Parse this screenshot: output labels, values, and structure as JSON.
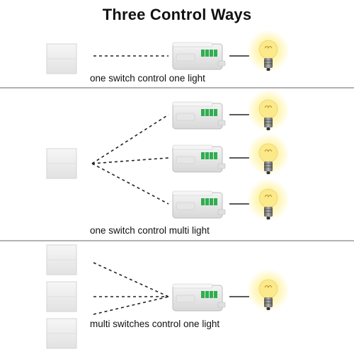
{
  "title": "Three Control Ways",
  "colors": {
    "background": "#ffffff",
    "divider": "#666666",
    "bulb_glow": "#fff3a0",
    "bulb_glass": "#fce98a",
    "bulb_base": "#777777",
    "module_body": "#e9e9e9",
    "module_terminal": "#2fae4f",
    "switch_panel": "#eeeeee",
    "wire": "#222222"
  },
  "sections": [
    {
      "caption": "one switch control one light",
      "switches": 1,
      "modules": 1,
      "lights": 1
    },
    {
      "caption": "one switch control multi light",
      "switches": 1,
      "modules": 3,
      "lights": 3
    },
    {
      "caption": "multi switches control one light",
      "switches": 3,
      "modules": 1,
      "lights": 1
    }
  ]
}
